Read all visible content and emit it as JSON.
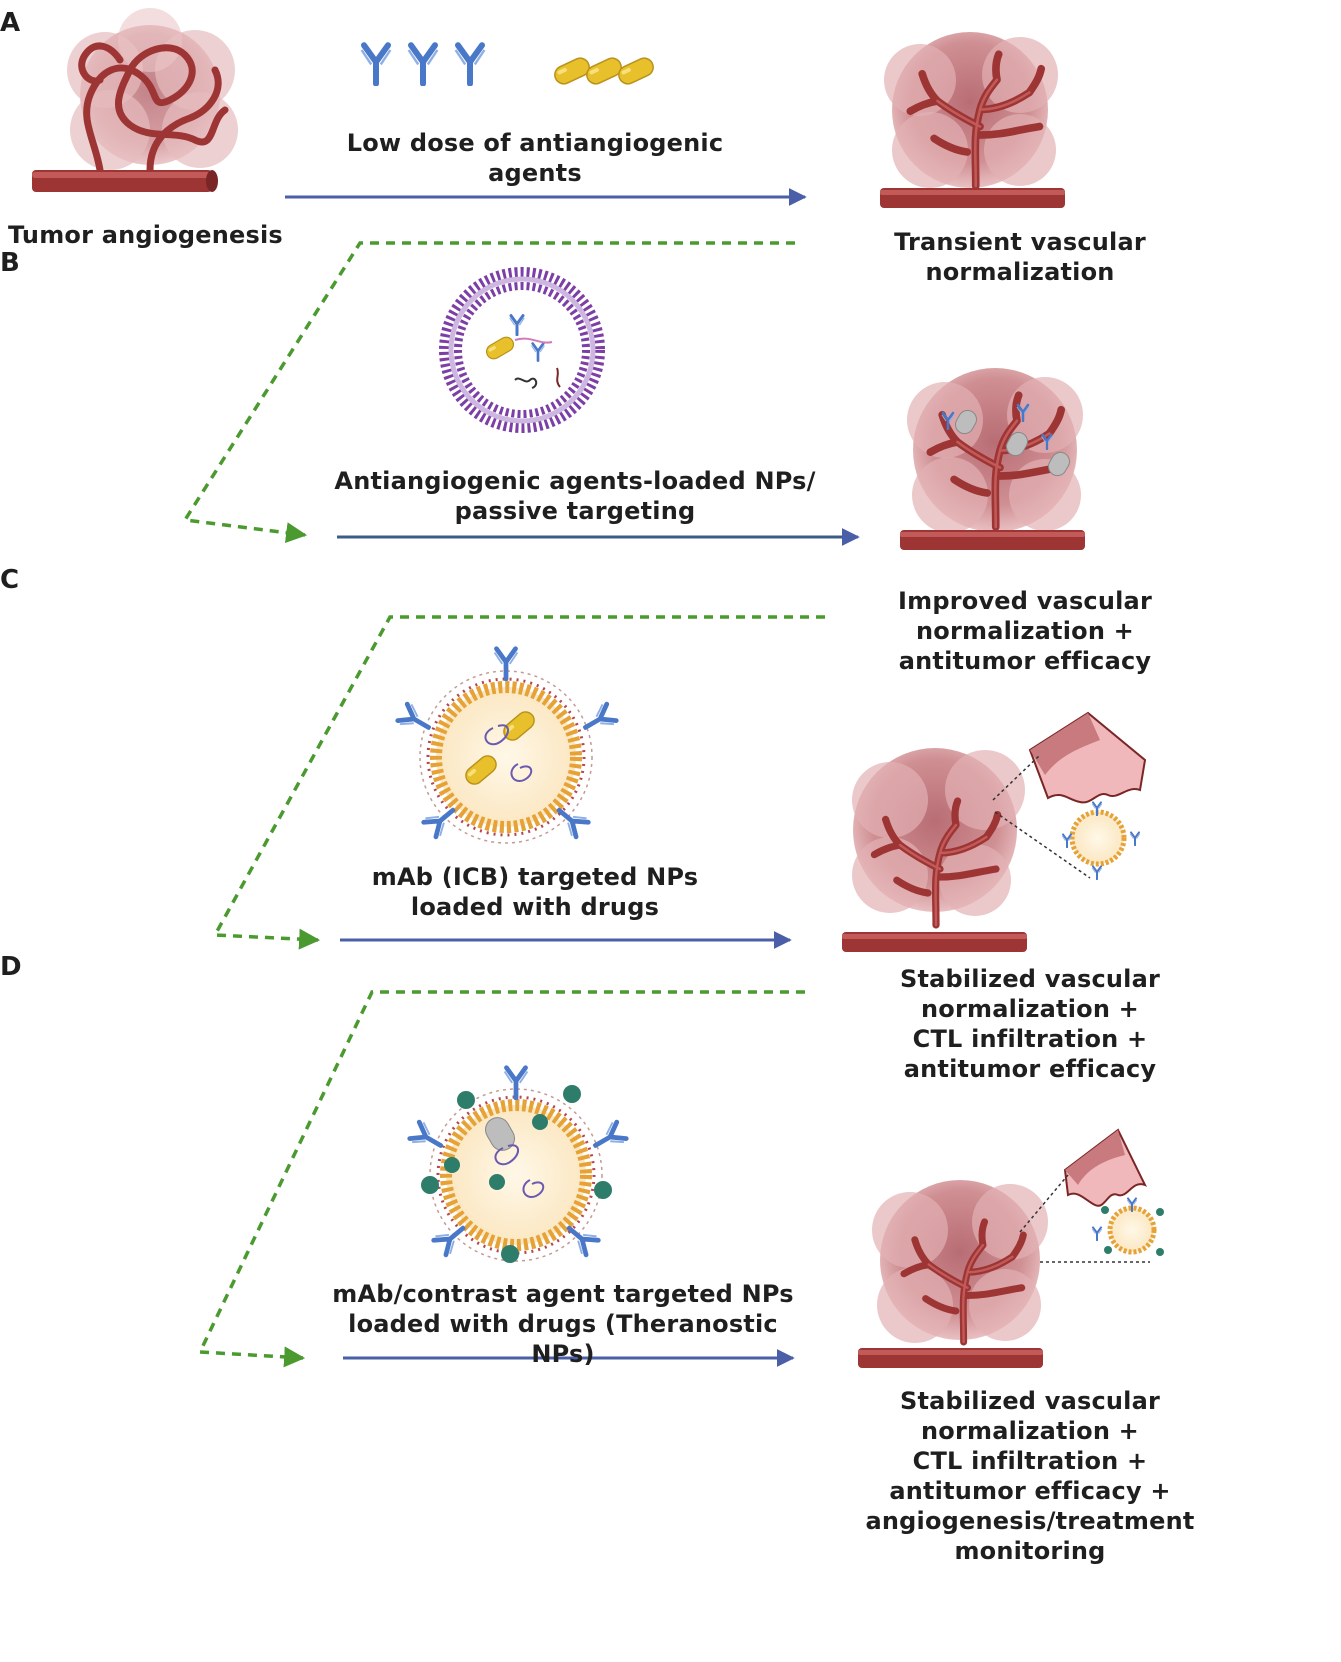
{
  "panels": [
    {
      "letter": "A",
      "source_label": "Tumor angiogenesis",
      "step_label": "Low dose of antiangiogenic agents",
      "outcome": [
        "Transient vascular normalization"
      ]
    },
    {
      "letter": "B",
      "step_label": [
        "Antiangiogenic agents-loaded NPs/",
        "passive targeting"
      ],
      "outcome": [
        "Improved vascular",
        "normalization +",
        "antitumor efficacy"
      ]
    },
    {
      "letter": "C",
      "step_label": [
        "mAb (ICB) targeted NPs",
        "loaded with drugs"
      ],
      "outcome": [
        "Stabilized vascular",
        "normalization +",
        "CTL infiltration +",
        "antitumor efficacy"
      ]
    },
    {
      "letter": "D",
      "step_label": [
        "mAb/contrast agent targeted NPs",
        "loaded with drugs  (Theranostic NPs)"
      ],
      "outcome": [
        "Stabilized vascular",
        "normalization +",
        "CTL infiltration +",
        "antitumor efficacy +",
        "angiogenesis/treatment",
        "monitoring"
      ]
    }
  ],
  "colors": {
    "arrow_blue": "#4a5fa8",
    "dashed_green": "#4a9a2f",
    "vessel_red": "#9e3535",
    "tumor_pink": "#c98a8e",
    "liposome_purple": "#7b3fa6",
    "drug_yellow": "#e8c02c",
    "nanoparticle_orange": "#e6a236",
    "antibody_blue": "#4a78c8",
    "contrast_green": "#2e7d6a"
  }
}
